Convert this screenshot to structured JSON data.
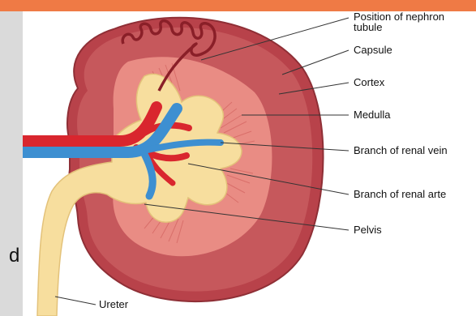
{
  "labels": {
    "nephron": [
      "Position of nephron",
      "tubule"
    ],
    "capsule": "Capsule",
    "cortex": "Cortex",
    "medulla": "Medulla",
    "vein": "Branch of renal vein",
    "artery": "Branch of renal arte",
    "pelvis": "Pelvis",
    "ureter": "Ureter"
  },
  "left_panel": {
    "cut_text": "d"
  },
  "colors": {
    "header": "#ef7a45",
    "capsule": "#b8424a",
    "cortex": "#c6585c",
    "medulla": "#e98c84",
    "pelvis": "#f7de9e",
    "vein": "#3d8fd1",
    "artery": "#d9262e"
  }
}
